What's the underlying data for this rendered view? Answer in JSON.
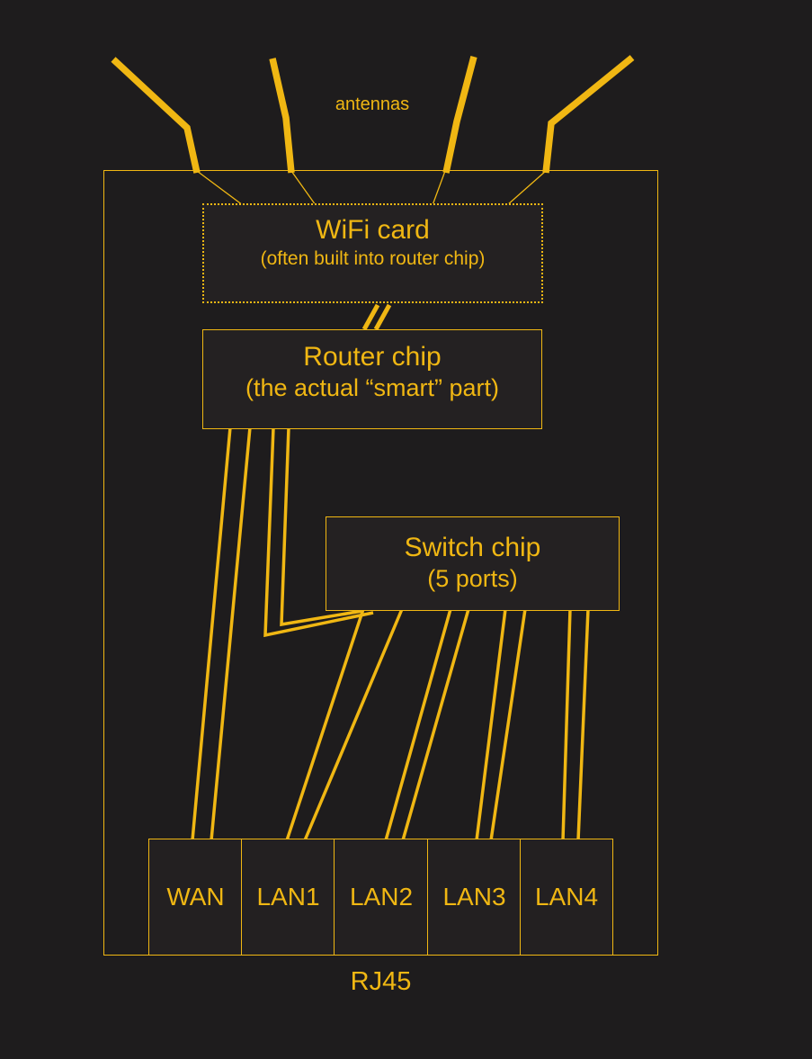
{
  "colors": {
    "background": "#1E1C1D",
    "accent": "#F0B713"
  },
  "diagram": {
    "antennas_label": "antennas",
    "wifi_card": {
      "title": "WiFi card",
      "subtitle": "(often built into router chip)"
    },
    "router_chip": {
      "title": "Router chip",
      "subtitle": "(the actual “smart” part)"
    },
    "switch_chip": {
      "title": "Switch chip",
      "subtitle": "(5 ports)"
    },
    "ports": {
      "items": [
        {
          "label": "WAN"
        },
        {
          "label": "LAN1"
        },
        {
          "label": "LAN2"
        },
        {
          "label": "LAN3"
        },
        {
          "label": "LAN4"
        }
      ],
      "connector_label": "RJ45"
    }
  }
}
